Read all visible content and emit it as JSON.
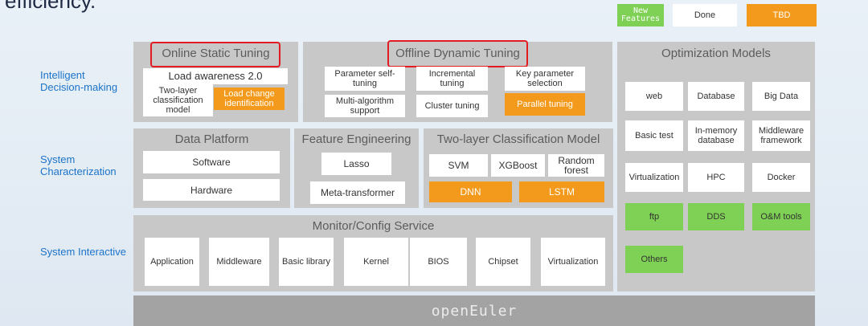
{
  "header_text": "efficiency.",
  "legend": {
    "new": "New Features",
    "done": "Done",
    "tbd": "TBD"
  },
  "layers": {
    "intelligent": "Intelligent Decision-making",
    "characterization": "System Characterization",
    "interactive": "System Interactive"
  },
  "online": {
    "title": "Online Static Tuning",
    "load_awareness": "Load awareness 2.0",
    "two_layer": "Two-layer classification model",
    "load_change": "Load change identification"
  },
  "offline": {
    "title": "Offline Dynamic Tuning",
    "param_self": "Parameter self-tuning",
    "incremental": "Incremental tuning",
    "key_param": "Key parameter selection",
    "multi_algo": "Multi-algorithm support",
    "cluster": "Cluster tuning",
    "parallel": "Parallel tuning"
  },
  "data_platform": {
    "title": "Data Platform",
    "software": "Software",
    "hardware": "Hardware"
  },
  "feature_eng": {
    "title": "Feature Engineering",
    "lasso": "Lasso",
    "meta": "Meta-transformer"
  },
  "classification": {
    "title": "Two-layer Classification Model",
    "svm": "SVM",
    "xgboost": "XGBoost",
    "random_forest": "Random forest",
    "dnn": "DNN",
    "lstm": "LSTM"
  },
  "monitor": {
    "title": "Monitor/Config Service",
    "items": [
      "Application",
      "Middleware",
      "Basic library",
      "Kernel",
      "BIOS",
      "Chipset",
      "Virtualization"
    ]
  },
  "models": {
    "title": "Optimization Models",
    "items": [
      "web",
      "Database",
      "Big Data",
      "Basic test",
      "In-memory database",
      "Middleware framework",
      "Virtualization",
      "HPC",
      "Docker",
      "ftp",
      "DDS",
      "O&M tools",
      "Others"
    ]
  },
  "footer": "openEuler"
}
